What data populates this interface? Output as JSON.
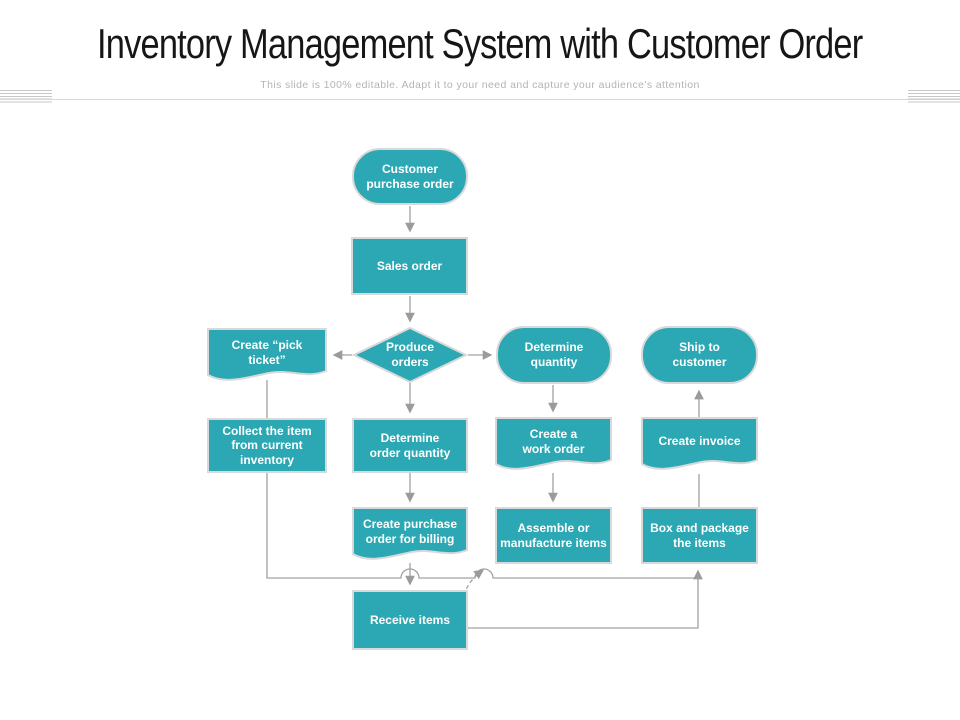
{
  "header": {
    "title": "Inventory Management System with Customer Order",
    "subtitle": "This slide is 100% editable. Adapt it to your need and capture your audience's attention"
  },
  "colors": {
    "shape_fill": "#2BA8B4",
    "shape_border": "#d9d9d9",
    "connector": "#a2a2a2",
    "title_text": "#161616",
    "subtitle_text": "#b4b4b4",
    "node_text": "#ffffff"
  },
  "nodes": {
    "customer_purchase_order": {
      "label": "Customer\npurchase order",
      "shape": "stadium"
    },
    "sales_order": {
      "label": "Sales order",
      "shape": "rect"
    },
    "produce_orders": {
      "label": "Produce\norders",
      "shape": "diamond"
    },
    "create_pick_ticket": {
      "label": "Create “pick\nticket”",
      "shape": "wave"
    },
    "determine_quantity": {
      "label": "Determine\nquantity",
      "shape": "stadium"
    },
    "ship_to_customer": {
      "label": "Ship to\ncustomer",
      "shape": "stadium"
    },
    "collect_item": {
      "label": "Collect the item\nfrom current\ninventory",
      "shape": "rect"
    },
    "determine_order_quantity": {
      "label": "Determine\norder quantity",
      "shape": "rect"
    },
    "create_work_order": {
      "label": "Create a\nwork order",
      "shape": "wave"
    },
    "create_invoice": {
      "label": "Create invoice",
      "shape": "wave"
    },
    "create_po_billing": {
      "label": "Create purchase\norder for billing",
      "shape": "wave"
    },
    "assemble_items": {
      "label": "Assemble or\nmanufacture items",
      "shape": "rect"
    },
    "box_package": {
      "label": "Box and package\nthe items",
      "shape": "rect"
    },
    "receive_items": {
      "label": "Receive items",
      "shape": "rect"
    }
  },
  "edges": [
    {
      "from": "customer_purchase_order",
      "to": "sales_order",
      "style": "arrow"
    },
    {
      "from": "sales_order",
      "to": "produce_orders",
      "style": "arrow"
    },
    {
      "from": "produce_orders",
      "to": "create_pick_ticket",
      "style": "arrow"
    },
    {
      "from": "produce_orders",
      "to": "determine_quantity",
      "style": "arrow"
    },
    {
      "from": "produce_orders",
      "to": "determine_order_quantity",
      "style": "arrow"
    },
    {
      "from": "create_pick_ticket",
      "to": "collect_item",
      "style": "line"
    },
    {
      "from": "determine_quantity",
      "to": "create_work_order",
      "style": "arrow"
    },
    {
      "from": "determine_order_quantity",
      "to": "create_po_billing",
      "style": "arrow"
    },
    {
      "from": "create_work_order",
      "to": "assemble_items",
      "style": "arrow"
    },
    {
      "from": "create_po_billing",
      "to": "receive_items",
      "style": "arrow"
    },
    {
      "from": "collect_item",
      "to": "box_package",
      "style": "elbow-arrow"
    },
    {
      "from": "receive_items",
      "to": "box_package",
      "style": "elbow-arrow"
    },
    {
      "from": "receive_items",
      "to": "assemble_items",
      "style": "dashed-arrow"
    },
    {
      "from": "box_package",
      "to": "create_invoice",
      "style": "line"
    },
    {
      "from": "create_invoice",
      "to": "ship_to_customer",
      "style": "arrow"
    }
  ]
}
